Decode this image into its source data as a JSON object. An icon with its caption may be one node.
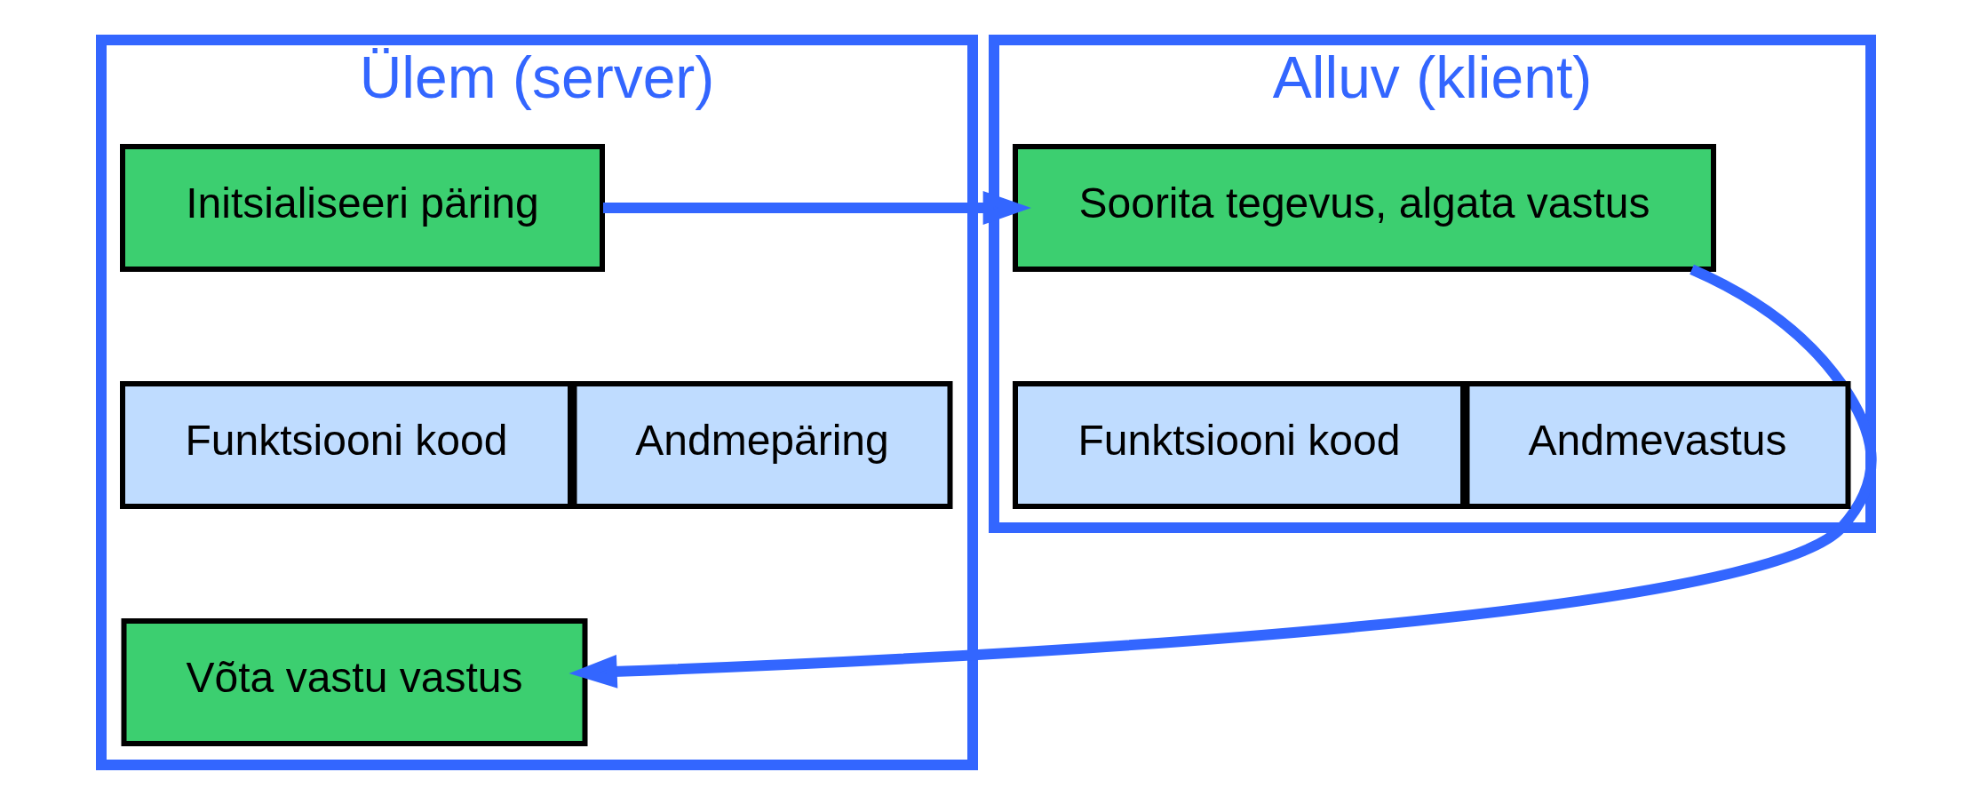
{
  "diagram": {
    "nodes": [
      {
        "text": [
          "Ülem (server)"
        ]
      },
      {
        "text": [
          "Initsialiseeri päring"
        ],
        "in": 0
      },
      {
        "text": [
          "Funktsiooni kood"
        ],
        "in": 0
      },
      {
        "text": [
          "Andmepäring"
        ],
        "in": 0
      },
      {
        "text": [
          "Võta vastu vastus"
        ],
        "in": 0
      },
      {
        "text": [
          "Alluv (klient)"
        ]
      },
      {
        "text": [
          "Soorita tegevus, algata vastus"
        ],
        "in": 5
      },
      {
        "text": [
          "Funktsiooni kood"
        ],
        "in": 5
      },
      {
        "text": [
          "Andmevastus"
        ],
        "in": 5
      }
    ],
    "edges": [
      {
        "from": 1,
        "to": 6,
        "arrow": "to"
      },
      {
        "from": 6,
        "to": 4,
        "arrow": "to"
      }
    ]
  }
}
